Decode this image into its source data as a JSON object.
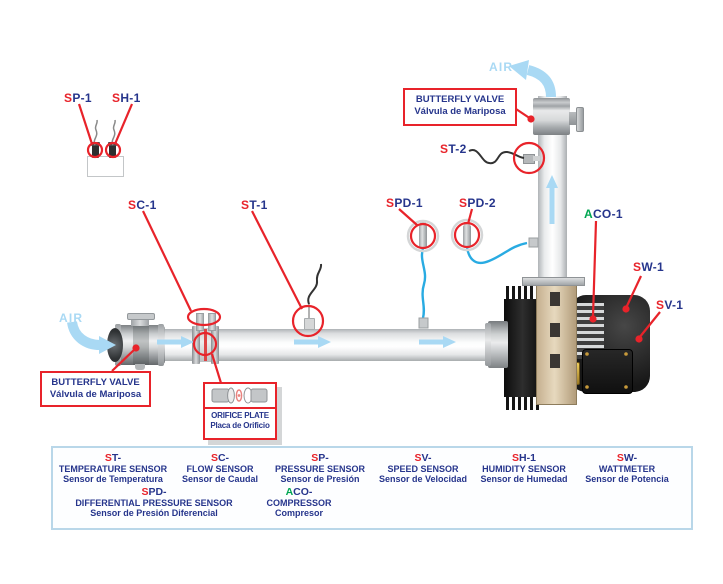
{
  "colors": {
    "label_red": "#e8232a",
    "label_blue": "#26358c",
    "label_green": "#00a651",
    "flow_arrow_blue": "#a9d9f4",
    "tube_blue": "#29abe2",
    "legend_border": "#b9d7e9"
  },
  "air_label": "AIR",
  "sensor_tags": {
    "sp1": {
      "first": "S",
      "rest": "P-1"
    },
    "sh1": {
      "first": "S",
      "rest": "H-1"
    },
    "sc1": {
      "first": "S",
      "rest": "C-1"
    },
    "st1": {
      "first": "S",
      "rest": "T-1"
    },
    "st2": {
      "first": "S",
      "rest": "T-2"
    },
    "spd1": {
      "first": "S",
      "rest": "PD-1"
    },
    "spd2": {
      "first": "S",
      "rest": "PD-2"
    },
    "aco1": {
      "first": "A",
      "rest": "CO-1"
    },
    "sw1": {
      "first": "S",
      "rest": "W-1"
    },
    "sv1": {
      "first": "S",
      "rest": "V-1"
    }
  },
  "callouts": {
    "butterfly_top": {
      "line1": "BUTTERFLY VALVE",
      "line2": "Válvula de Mariposa"
    },
    "butterfly_left": {
      "line1": "BUTTERFLY VALVE",
      "line2": "Válvula de Mariposa"
    },
    "orifice": {
      "line1": "ORIFICE PLATE",
      "line2": "Placa de Orificio"
    }
  },
  "legend": {
    "row1": [
      {
        "first": "S",
        "code": "T-",
        "en": "TEMPERATURE SENSOR",
        "es": "Sensor de Temperatura"
      },
      {
        "first": "S",
        "code": "C-",
        "en": "FLOW SENSOR",
        "es": "Sensor de Caudal"
      },
      {
        "first": "S",
        "code": "P-",
        "en": "PRESSURE SENSOR",
        "es": "Sensor de Presión"
      },
      {
        "first": "S",
        "code": "V-",
        "en": "SPEED SENSOR",
        "es": "Sensor de Velocidad"
      },
      {
        "first": "S",
        "code": "H-1",
        "en": "HUMIDITY SENSOR",
        "es": "Sensor de Humedad"
      },
      {
        "first": "S",
        "code": "W-",
        "en": "WATTMETER",
        "es": "Sensor de Potencia"
      }
    ],
    "row2": [
      {
        "first": "S",
        "code": "PD-",
        "en": "DIFFERENTIAL PRESSURE SENSOR",
        "es": "Sensor de Presión Diferencial"
      },
      {
        "first": "A",
        "code": "CO-",
        "en": "COMPRESSOR",
        "es": "Compresor"
      }
    ]
  }
}
